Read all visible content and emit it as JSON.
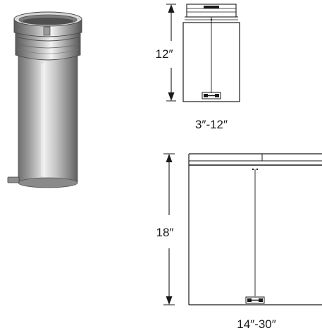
{
  "photo": {
    "description_icon": "adjustable-vent-pipe-photo"
  },
  "small_section": {
    "height_label": "12″",
    "length_label": "3″-12″"
  },
  "large_section": {
    "height_label": "18″",
    "length_label": "14″-30″"
  },
  "colors": {
    "line": "#1a1a1a",
    "metal_dark": "#7a7a7a",
    "metal_light": "#e6e6e6"
  }
}
